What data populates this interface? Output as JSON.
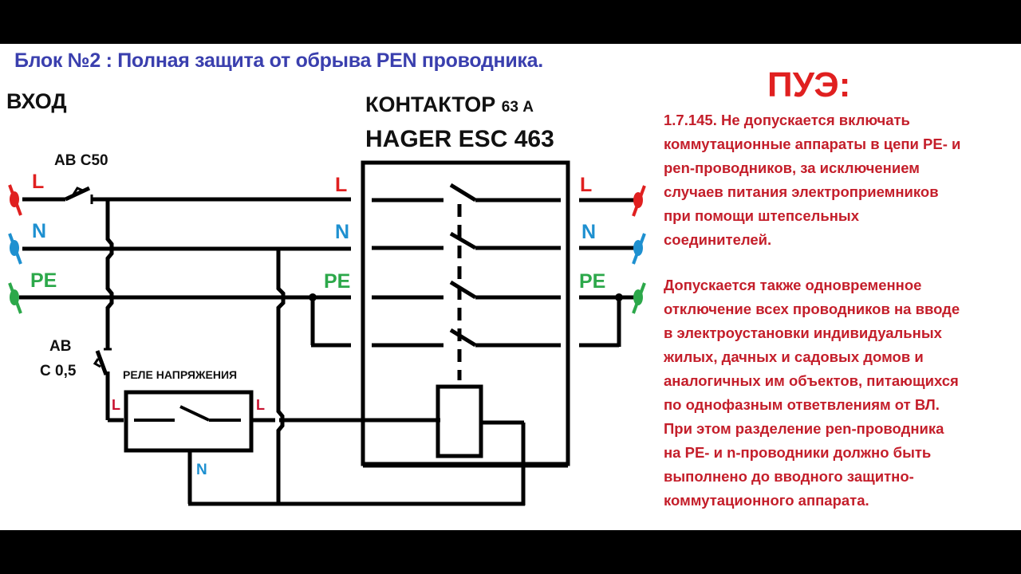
{
  "title": "Блок №2 : Полная защита от обрыва PEN проводника.",
  "diagram": {
    "input_label": "ВХОД",
    "breaker_main": "АВ  С50",
    "breaker_aux_line1": "АВ",
    "breaker_aux_line2": "С 0,5",
    "relay_label": "РЕЛЕ НАПРЯЖЕНИЯ",
    "contactor_line1": "КОНТАКТОР",
    "contactor_rating": "63 А",
    "contactor_line2": "HAGER  ESC 463",
    "wires": {
      "L": "L",
      "N": "N",
      "PE": "PE"
    },
    "relay_in": "L",
    "relay_out": "L",
    "relay_n": "N",
    "colors": {
      "L": "#e02020",
      "N": "#1e90d0",
      "PE": "#2ca84a",
      "title": "#3a3fae",
      "text_red": "#c41e2a"
    }
  },
  "pue": {
    "heading": "ПУЭ:",
    "paragraph1": [
      "1.7.145. Не допускается включать",
      "коммутационные аппараты в цепи PE- и",
      "pen-проводников, за исключением",
      "случаев питания электроприемников",
      "при помощи штепсельных",
      "соединителей."
    ],
    "paragraph2": [
      "Допускается также одновременное",
      "отключение всех проводников на вводе",
      "в электроустановки индивидуальных",
      "жилых, дачных и садовых домов и",
      "аналогичных им объектов, питающихся",
      "по однофазным ответвлениям от ВЛ.",
      "При этом разделение pen-проводника",
      "на PE- и n-проводники должно быть",
      "выполнено до вводного защитно-",
      "коммутационного аппарата."
    ]
  }
}
